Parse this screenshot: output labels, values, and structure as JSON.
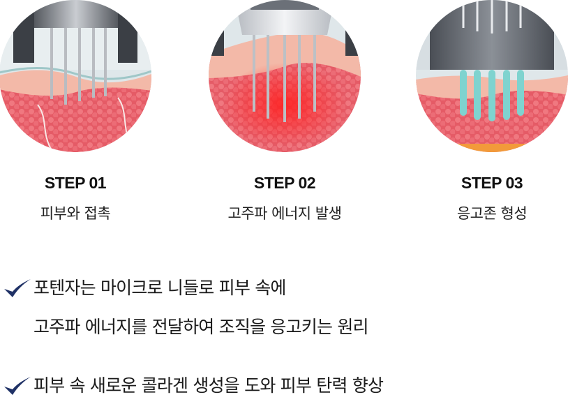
{
  "steps": [
    {
      "title": "STEP 01",
      "desc": "피부와 접촉",
      "illustration": "microneedle-skin-contact"
    },
    {
      "title": "STEP 02",
      "desc": "고주파 에너지 발생",
      "illustration": "radiofrequency-energy"
    },
    {
      "title": "STEP 03",
      "desc": "응고존 형성",
      "illustration": "coagulation-zone"
    }
  ],
  "notes": [
    {
      "icon": "checkmark-icon",
      "lines": [
        "포텐자는 마이크로 니들로 피부 속에",
        "고주파 에너지를 전달하여 조직을 응고키는 원리"
      ]
    },
    {
      "icon": "checkmark-icon",
      "lines": [
        "피부 속 새로운 콜라겐 생성을 도와 피부 탄력 향상"
      ]
    }
  ],
  "colors": {
    "check": "#1f3166",
    "skin_surface": "#f2b8a8",
    "tissue": "#e9606a",
    "energy": "#ff2a2a",
    "coag": "#7fd3cf",
    "device": "#6b7078"
  }
}
